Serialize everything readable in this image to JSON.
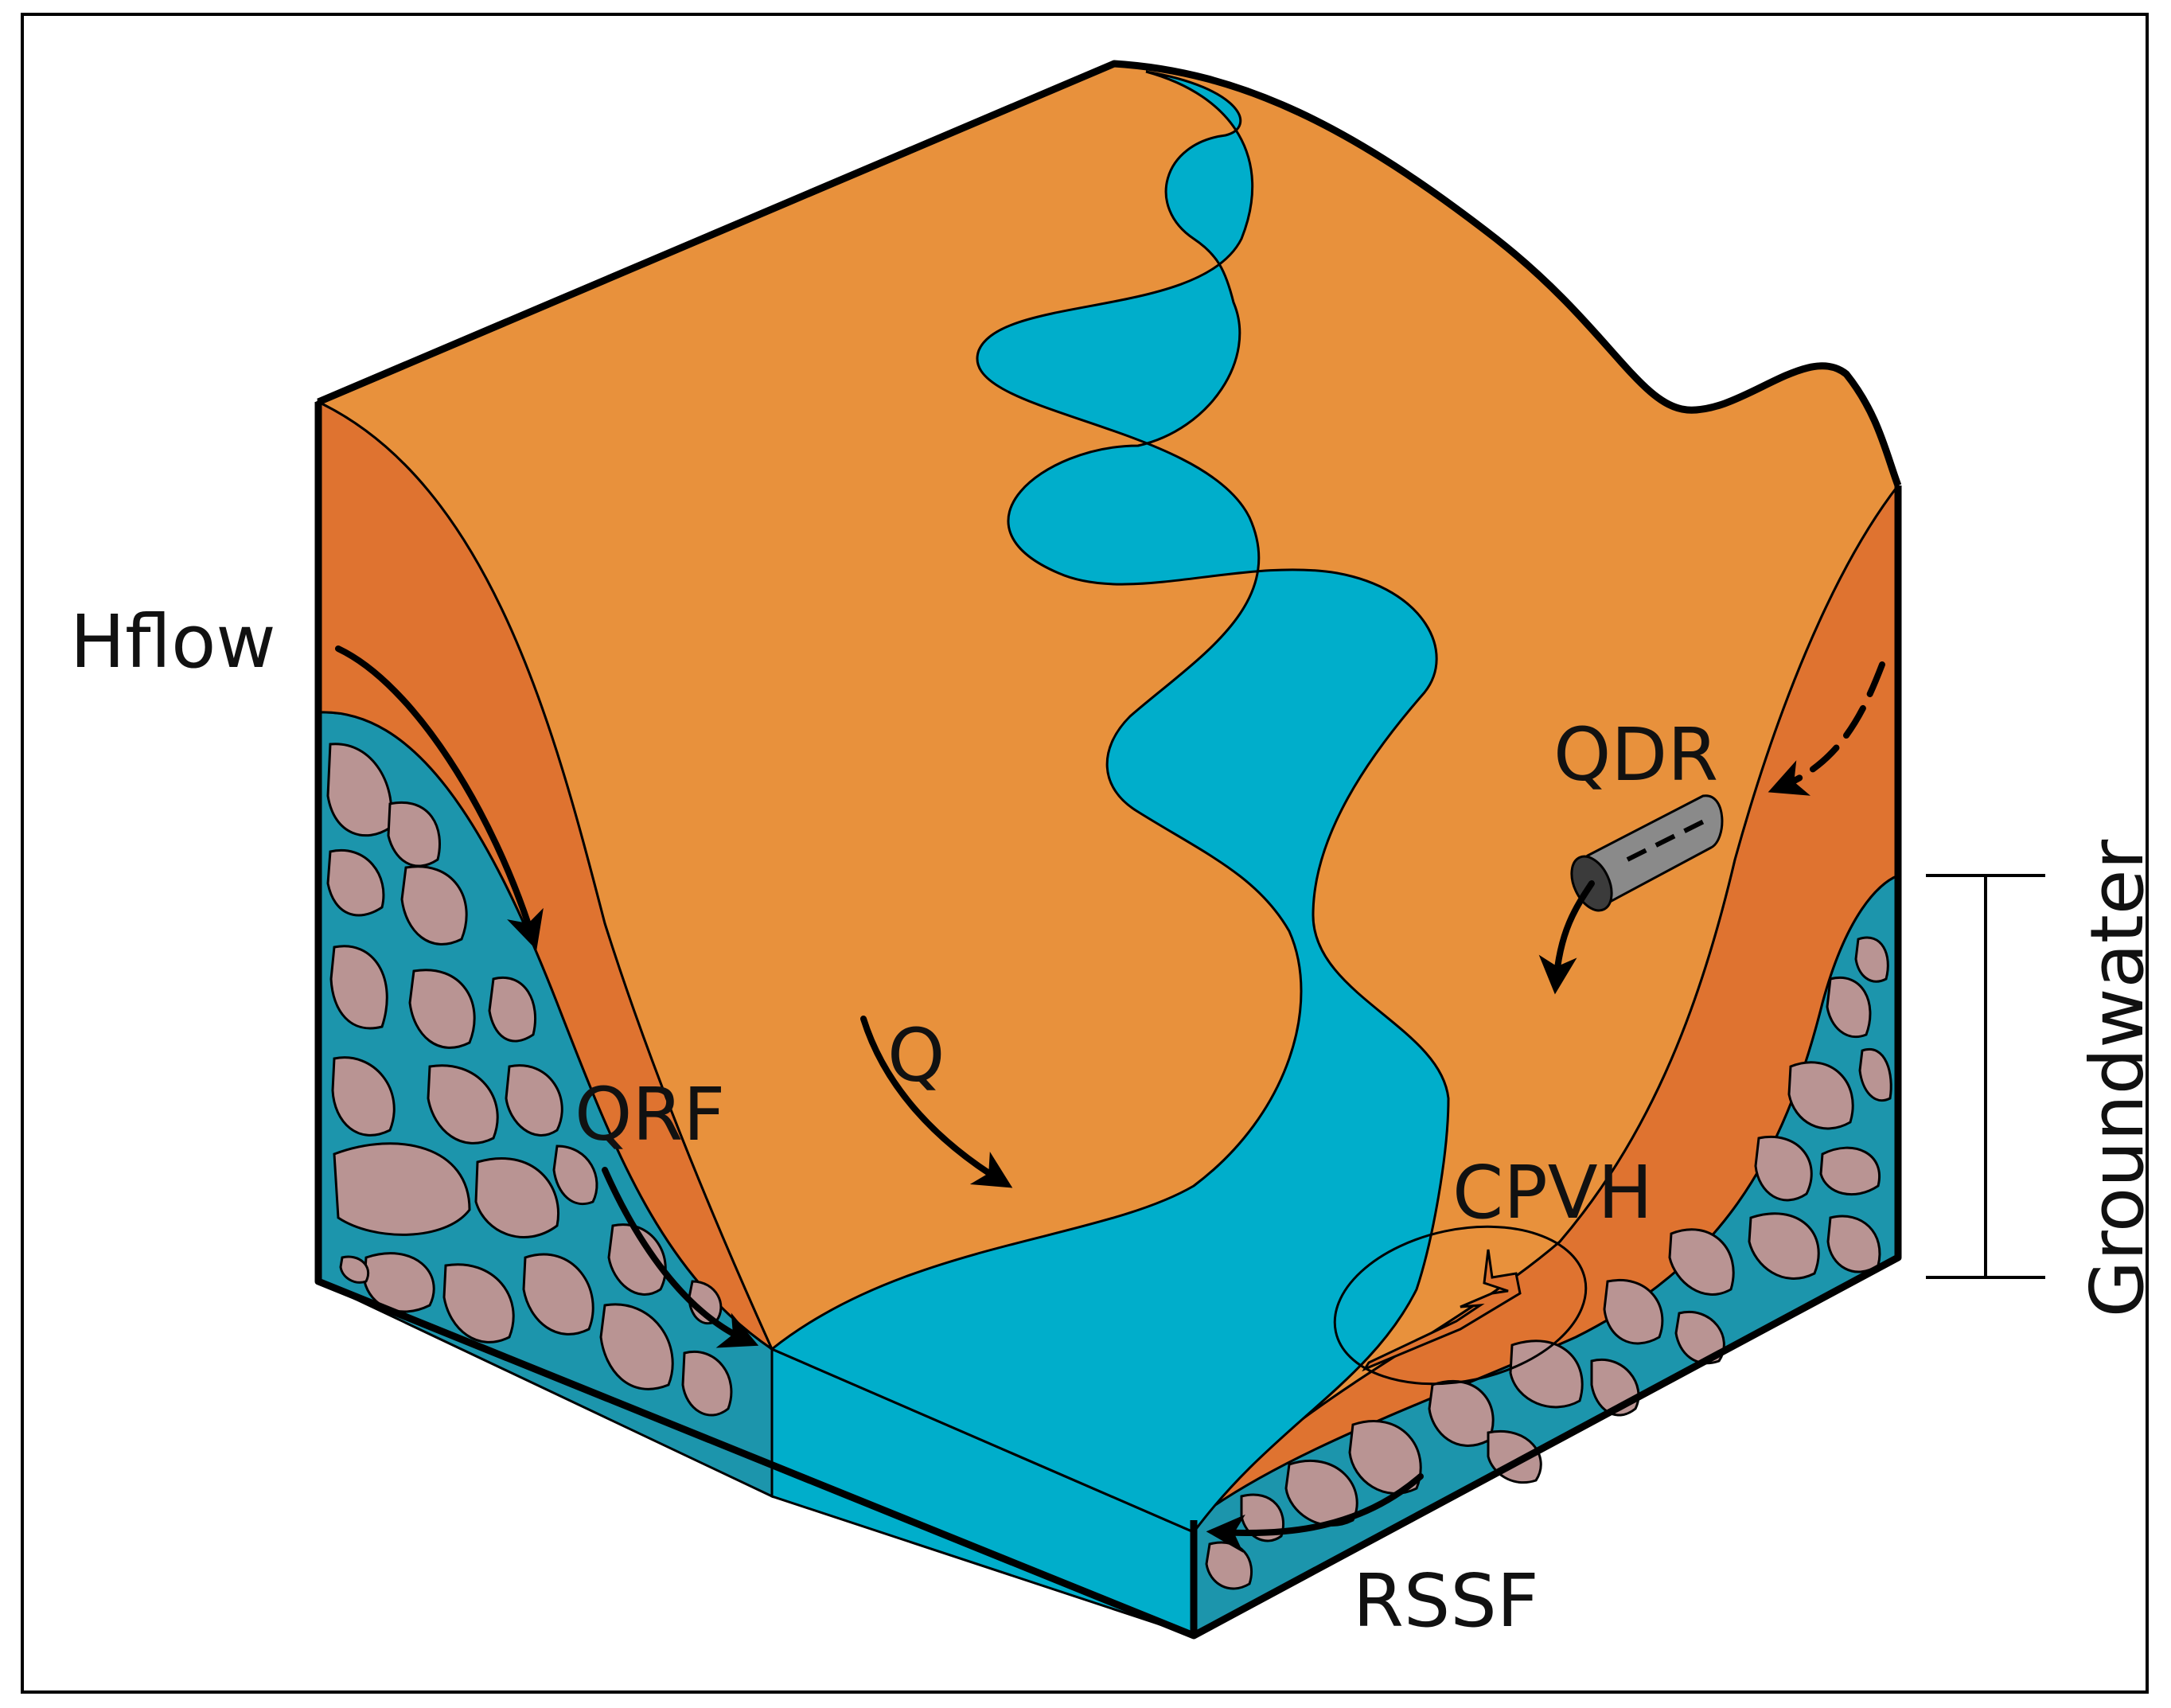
{
  "labels": {
    "hflow": "Hflow",
    "qrf": "QRF",
    "q": "Q",
    "qdr": "QDR",
    "cpvh": "CPVH",
    "rssf": "RSSF",
    "groundwater": "Groundwater"
  },
  "colors": {
    "top_surface": "#E8913C",
    "side_layer": "#DF7330",
    "water": "#00AECB",
    "rock_matrix": "#1C95AC",
    "rock": "#B99493",
    "outline": "#000000",
    "pipe": "#8A8A8A"
  },
  "icons": {
    "drain_pipe": "pipe-icon",
    "preferential_crack": "crack-icon",
    "flow_arrow": "arrow-icon"
  }
}
